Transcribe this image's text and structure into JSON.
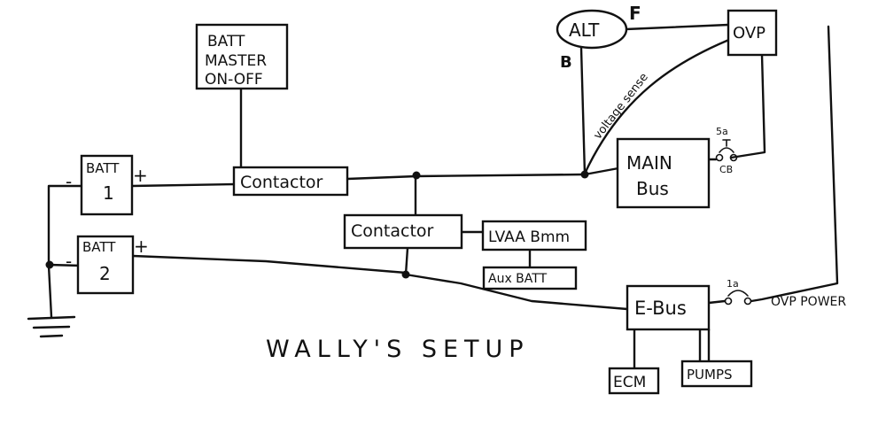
{
  "title": "WALLY'S SETUP",
  "components": {
    "batt_master": [
      "BATT",
      "MASTER",
      "ON-OFF"
    ],
    "batt1": [
      "BATT",
      "1"
    ],
    "batt2": [
      "BATT",
      "2"
    ],
    "contactor_main": "Contactor",
    "contactor_aux": "Contactor",
    "lvaa": "LVAA Bmm",
    "aux_batt": "Aux BATT",
    "alt": "ALT",
    "ovp": "OVP",
    "main_bus": [
      "MAIN",
      "Bus"
    ],
    "ebus": "E-Bus",
    "ecm": "ECM",
    "pumps": "PUMPS"
  },
  "labels": {
    "plus": "+",
    "minus": "-",
    "alt_f": "F",
    "alt_b": "B",
    "voltage_sense": "voltage sense",
    "cb_main_rating": "5a",
    "cb_main": "CB",
    "cb_ebus_rating": "1a",
    "ovp_power": "OVP POWER"
  }
}
